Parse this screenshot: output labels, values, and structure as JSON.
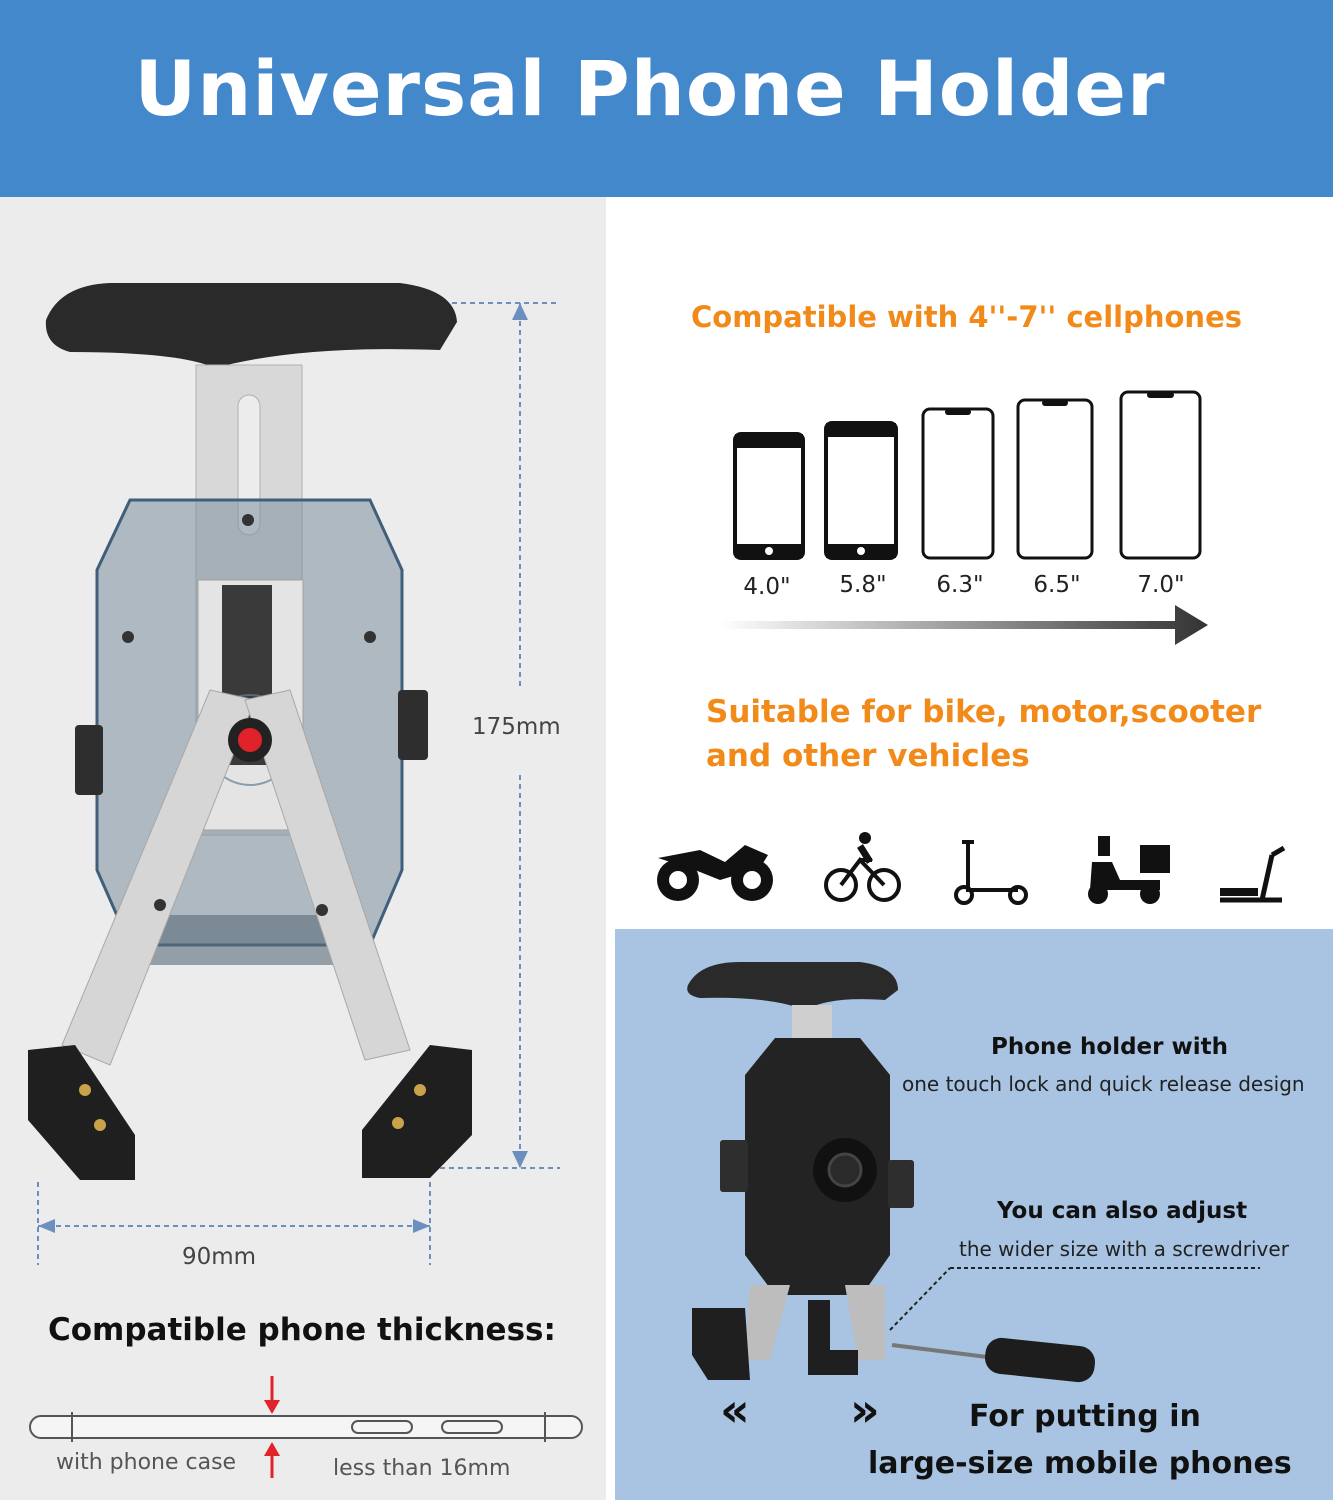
{
  "banner": {
    "title": "Universal Phone Holder",
    "color": "#4488cc"
  },
  "dimensions": {
    "height": "175mm",
    "width": "90mm"
  },
  "thickness": {
    "title": "Compatible phone thickness:",
    "case_label": "with phone case",
    "max_label": "less than 16mm"
  },
  "compat": {
    "heading": "Compatible with 4''-7'' cellphones",
    "accent": "#f28a1a",
    "phones": [
      {
        "size": "4.0\""
      },
      {
        "size": "5.8\""
      },
      {
        "size": "6.3\""
      },
      {
        "size": "6.5\""
      },
      {
        "size": "7.0\""
      }
    ]
  },
  "vehicles": {
    "heading_line1": "Suitable for bike, motor,scooter",
    "heading_line2": "and other vehicles",
    "icons": [
      "motorcycle-icon",
      "bicycle-icon",
      "kick-scooter-icon",
      "delivery-scooter-icon",
      "treadmill-icon"
    ]
  },
  "features": {
    "lock_title": "Phone holder with",
    "lock_desc": "one touch lock and quick release design",
    "adjust_title": "You can also adjust",
    "adjust_desc": "the wider size with a screwdriver",
    "large_line1": "For putting in",
    "large_line2": "large-size mobile phones",
    "left_arrows": "«",
    "right_arrows": "»"
  }
}
